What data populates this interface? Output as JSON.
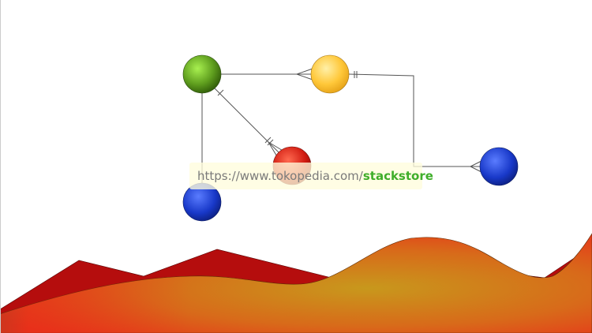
{
  "watermark": {
    "url_prefix": "https://www.tokopedia.com/",
    "url_store": "stackstore",
    "icon": "tokopedia-shop-icon"
  },
  "nodes": [
    {
      "id": "green",
      "color": "#5f9e1e"
    },
    {
      "id": "yellow",
      "color": "#ffc02a"
    },
    {
      "id": "red",
      "color": "#d01a10"
    },
    {
      "id": "blue-1",
      "color": "#1838c8"
    },
    {
      "id": "blue-2",
      "color": "#1838c8"
    }
  ],
  "colors": {
    "background": "#ffffff",
    "connector": "#555555",
    "hill_back": "#b50d0d",
    "hill_front_mid": "#c8861c",
    "hill_front_edge": "#e8371a"
  }
}
